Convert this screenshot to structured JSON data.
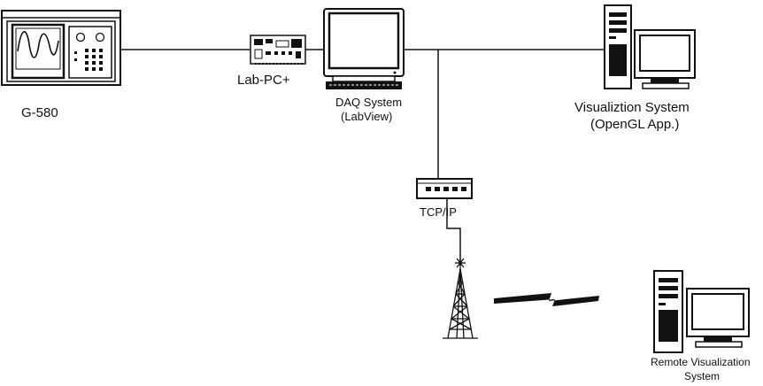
{
  "diagram": {
    "nodes": {
      "g580": {
        "label": "G-580"
      },
      "lab_pc": {
        "label": "Lab-PC+"
      },
      "daq": {
        "label_line1": "DAQ System",
        "label_line2": "(LabView)"
      },
      "visualization": {
        "label_line1": "Visualiztion System",
        "label_line2": "(OpenGL App.)"
      },
      "tcpip": {
        "label": "TCP/IP"
      },
      "remote": {
        "label_line1": "Remote Visualization",
        "label_line2": "System"
      }
    }
  },
  "colors": {
    "ink": "#111111",
    "paper": "#ffffff"
  }
}
